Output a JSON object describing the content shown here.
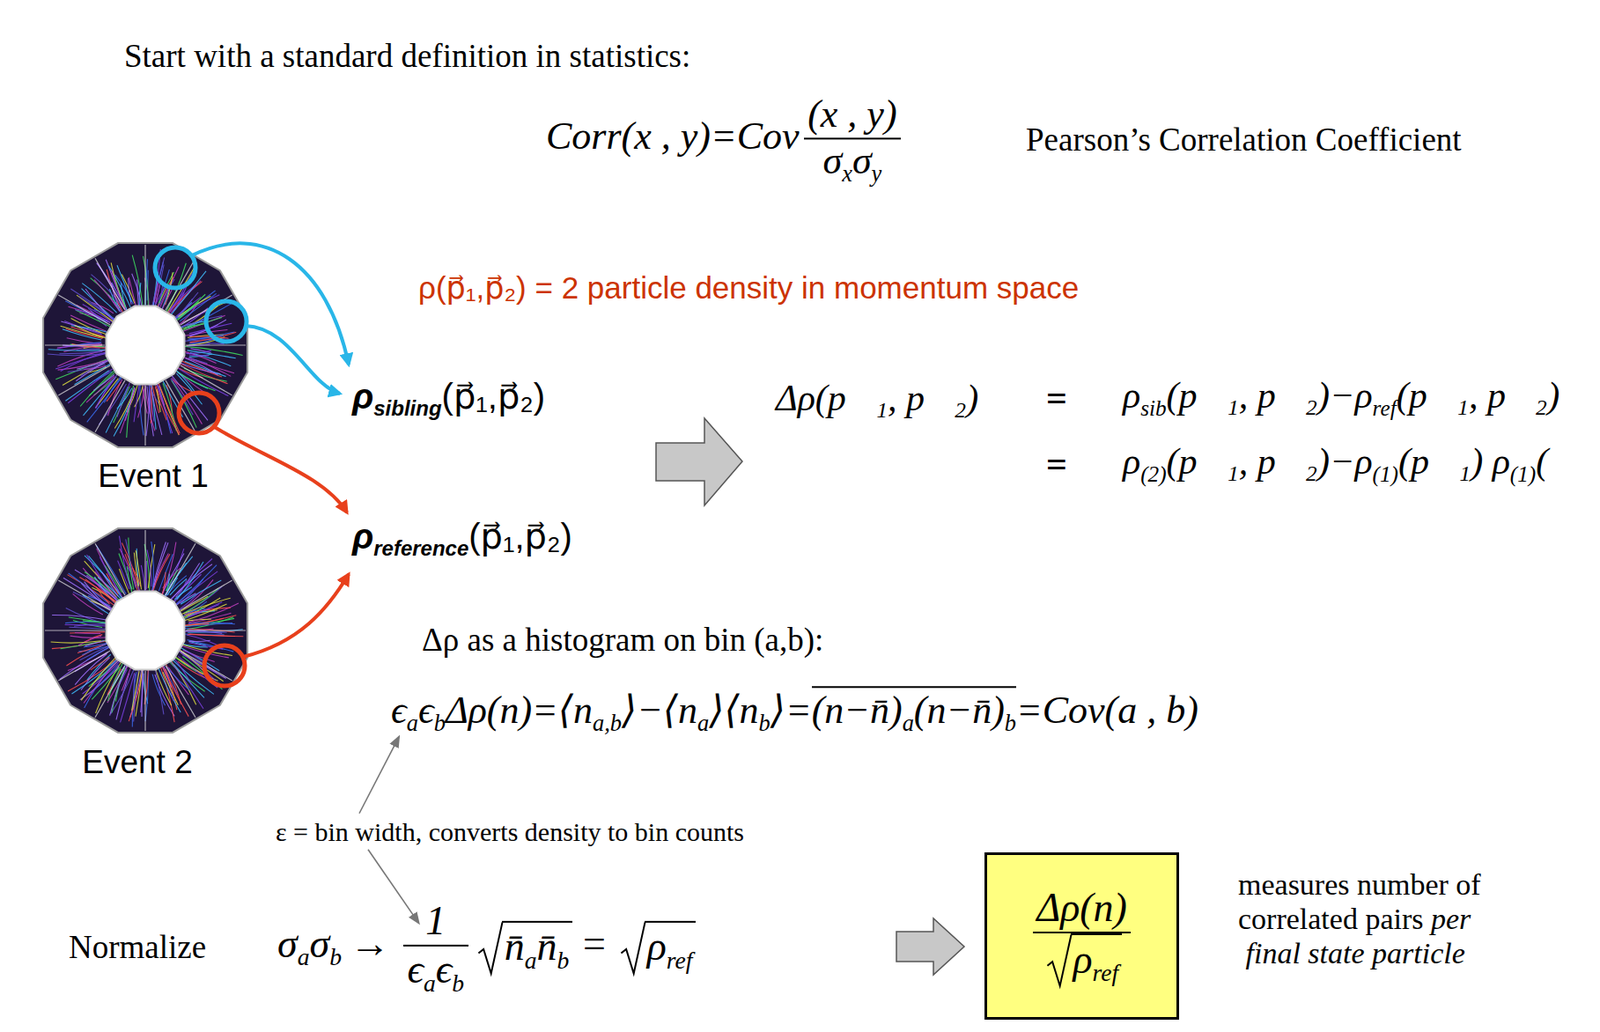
{
  "diagram": {
    "nodes": [
      {
        "text": [
          "Δρ(n)",
          "ρ",
          "ref"
        ]
      }
    ],
    "labels": [
      "Start with a standard definition in statistics:",
      "Corr(x , y)=Cov",
      "(x , y)",
      "σ",
      "x",
      "σ",
      "y",
      "Pearson’s Correlation Coefficient",
      "ρ(p⃗₁,p⃗₂) = 2 particle density in momentum space",
      "ρ",
      "sibling",
      "(p⃗₁,p⃗₂)",
      "Δρ(p⃗₁, p⃗₂)",
      "=",
      "ρ",
      "sib",
      "(p⃗₁, p⃗₂)−ρ",
      "ref",
      "(p⃗₁, p⃗₂)",
      "Event 1",
      "=",
      "ρ",
      "(2)",
      "(p⃗₁, p⃗₂)−ρ",
      "(1)",
      "(p⃗₁) ρ",
      "(1)",
      "(",
      "ρ",
      "reference",
      "(p⃗₁,p⃗₂)",
      "Δρ as a histogram on bin (a,b):",
      "ϵ",
      "a",
      "ϵ",
      "b",
      "Δρ(n)=⟨n",
      "a,b",
      "⟩−⟨n",
      "a",
      "⟩⟨n",
      "b",
      "⟩=",
      "(n−n̄)",
      "a",
      "(n−n̄)",
      "b",
      "=Cov(a , b)",
      "Event 2",
      "ε = bin width, converts density to bin counts",
      "Normalize",
      "σ",
      "a",
      "σ",
      "b",
      "→",
      "1",
      "ϵ",
      "a",
      "ϵ",
      "b",
      "n̄",
      "a",
      "n̄",
      "b",
      "=",
      "ρ",
      "ref",
      "measures number of correlated pairs",
      "per",
      "final state particle"
    ]
  }
}
